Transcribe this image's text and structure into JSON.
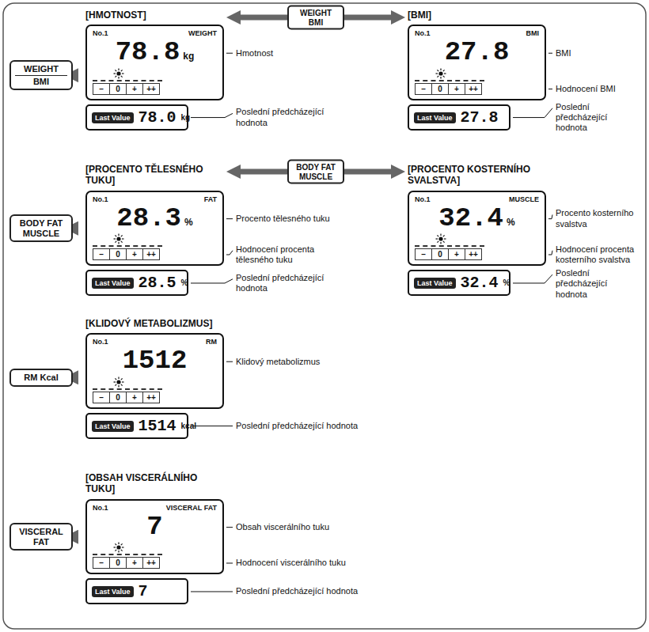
{
  "diagram": {
    "nodes": [
      {
        "text": [
          "WEIGHT",
          "BMI"
        ]
      },
      {
        "text": [
          "[HMOTNOST]"
        ]
      },
      {
        "text": [
          "No.1",
          "WEIGHT",
          "78.8",
          "kg",
          "–",
          "0",
          "+",
          "++"
        ],
        "in": 1
      },
      {
        "text": [
          "Last Value",
          "78.0",
          "kg"
        ],
        "in": 1
      },
      {
        "text": [
          "[BMI]"
        ]
      },
      {
        "text": [
          "No.1",
          "BMI",
          "27.8",
          "–",
          "0",
          "+",
          "++"
        ],
        "in": 4
      },
      {
        "text": [
          "Last Value",
          "27.8"
        ],
        "in": 4
      },
      {
        "text": [
          "BODY FAT MUSCLE"
        ]
      },
      {
        "text": [
          "[PROCENTO TĚLESNÉHO TUKU]"
        ]
      },
      {
        "text": [
          "No.1",
          "FAT",
          "28.3",
          "%",
          "–",
          "0",
          "+",
          "++"
        ],
        "in": 8
      },
      {
        "text": [
          "Last Value",
          "28.5",
          "%"
        ],
        "in": 8
      },
      {
        "text": [
          "[PROCENTO KOSTERNÍHO SVALSTVA]"
        ]
      },
      {
        "text": [
          "No.1",
          "MUSCLE",
          "32.4",
          "%",
          "–",
          "0",
          "+",
          "++"
        ],
        "in": 11
      },
      {
        "text": [
          "Last Value",
          "32.4",
          "%"
        ],
        "in": 11
      },
      {
        "text": [
          "RM Kcal"
        ]
      },
      {
        "text": [
          "[KLIDOVÝ METABOLIZMUS]"
        ]
      },
      {
        "text": [
          "No.1",
          "RM",
          "1512",
          "–",
          "0",
          "+",
          "++"
        ],
        "in": 15
      },
      {
        "text": [
          "Last Value",
          "1514",
          "kcal"
        ],
        "in": 15
      },
      {
        "text": [
          "VISCERAL FAT"
        ]
      },
      {
        "text": [
          "[OBSAH VISCERÁLNÍHO TUKU]"
        ]
      },
      {
        "text": [
          "No.1",
          "VISCERAL FAT",
          "7",
          "–",
          "0",
          "+",
          "++"
        ],
        "in": 19
      },
      {
        "text": [
          "Last Value",
          "7"
        ],
        "in": 19
      }
    ],
    "edges": [
      {
        "from": 0,
        "to": 1,
        "arrow": "to"
      },
      {
        "from": 1,
        "to": 4,
        "arrow": "both",
        "label": "WEIGHT BMI"
      },
      {
        "from": 7,
        "to": 8,
        "arrow": "to"
      },
      {
        "from": 8,
        "to": 11,
        "arrow": "both",
        "label": "BODY FAT MUSCLE"
      },
      {
        "from": 14,
        "to": 15,
        "arrow": "to"
      },
      {
        "from": 18,
        "to": 19,
        "arrow": "to"
      }
    ],
    "labels": [
      "Hmotnost",
      "Poslední předcházející hodnota",
      "BMI",
      "Hodnocení BMI",
      "Poslední předcházející hodnota",
      "Procento tělesného tuku",
      "Hodnocení procenta tělesného tuku",
      "Poslední předcházející hodnota",
      "Procento kosterního svalstva",
      "Hodnocení procenta kosterního svalstva",
      "Poslední předcházející hodnota",
      "Klidový metabolizmus",
      "Poslední předcházející hodnota",
      "Obsah viscerálního tuku",
      "Hodnocení viscerálního tuku",
      "Poslední předcházející hodnota"
    ]
  }
}
